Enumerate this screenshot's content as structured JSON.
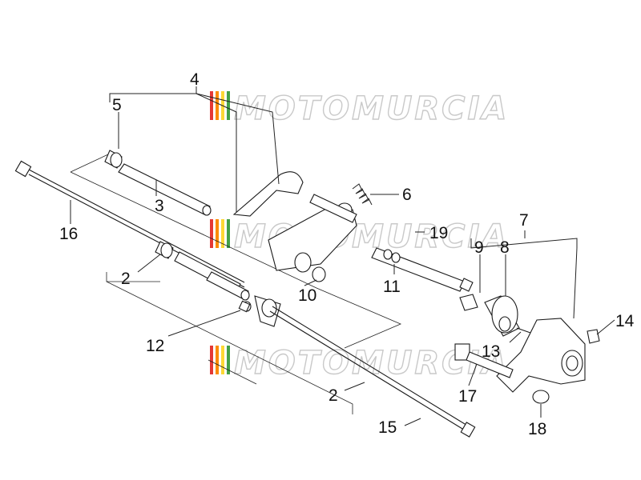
{
  "watermark": {
    "text": "MOTOMURCIA",
    "stripe_colors": [
      "#e53935",
      "#fb8c00",
      "#fdd835",
      "#43a047"
    ]
  },
  "callouts": {
    "c2a": "2",
    "c2b": "2",
    "c3": "3",
    "c4": "4",
    "c5": "5",
    "c6": "6",
    "c7": "7",
    "c8": "8",
    "c9": "9",
    "c10": "10",
    "c11": "11",
    "c12": "12",
    "c13": "13",
    "c14": "14",
    "c15": "15",
    "c16": "16",
    "c17": "17",
    "c18": "18",
    "c19": "19"
  }
}
